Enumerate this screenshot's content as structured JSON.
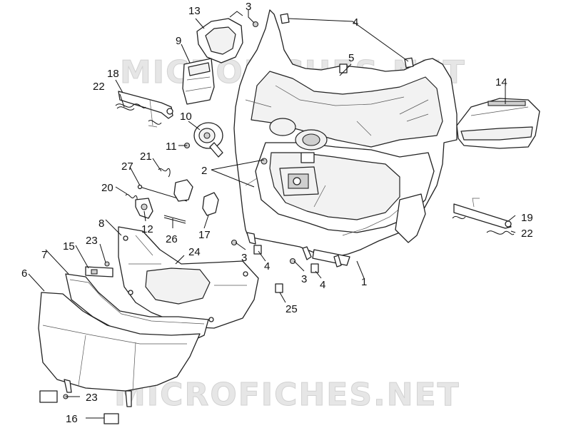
{
  "watermark": "MICROFICHES.NET",
  "callouts": {
    "c1": "1",
    "c2": "2",
    "c3a": "3",
    "c3b": "3",
    "c3c": "3",
    "c4a": "4",
    "c4b": "4",
    "c4c": "4",
    "c5": "5",
    "c6": "6",
    "c7": "7",
    "c8": "8",
    "c9": "9",
    "c10": "10",
    "c11": "11",
    "c12": "12",
    "c13": "13",
    "c14": "14",
    "c15": "15",
    "c16": "16",
    "c17": "17",
    "c18": "18",
    "c19": "19",
    "c20": "20",
    "c21": "21",
    "c22a": "22",
    "c22b": "22",
    "c23a": "23",
    "c23b": "23",
    "c24": "24",
    "c25": "25",
    "c26": "26",
    "c27": "27"
  }
}
